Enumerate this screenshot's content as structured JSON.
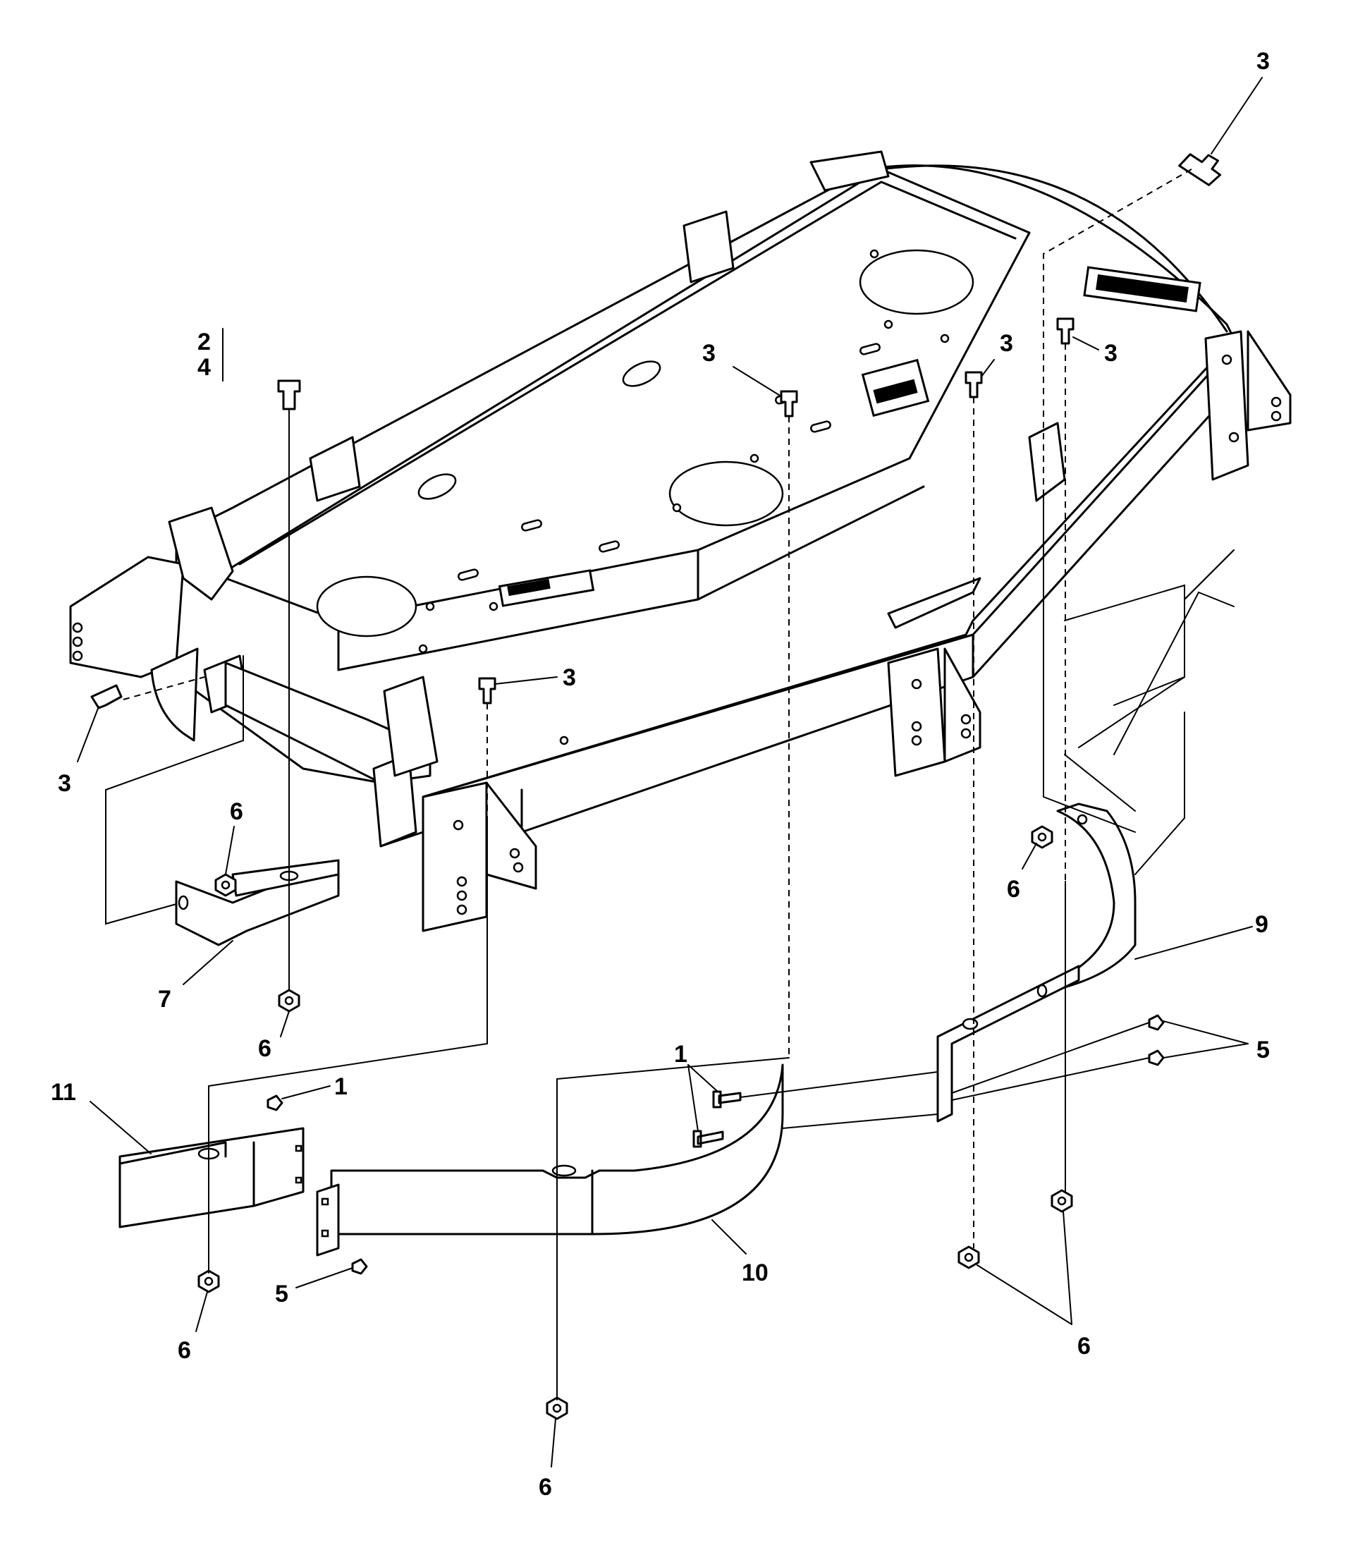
{
  "diagram": {
    "callouts": [
      {
        "id": "c-3-top-right",
        "text": "3"
      },
      {
        "id": "c-2",
        "text": "2"
      },
      {
        "id": "c-4",
        "text": "4"
      },
      {
        "id": "c-3-center",
        "text": "3"
      },
      {
        "id": "c-3-right-a",
        "text": "3"
      },
      {
        "id": "c-3-right-b",
        "text": "3"
      },
      {
        "id": "c-3-mid",
        "text": "3"
      },
      {
        "id": "c-3-left",
        "text": "3"
      },
      {
        "id": "c-6-left-top",
        "text": "6"
      },
      {
        "id": "c-6-left-bottom",
        "text": "6"
      },
      {
        "id": "c-7",
        "text": "7"
      },
      {
        "id": "c-6-right",
        "text": "6"
      },
      {
        "id": "c-9",
        "text": "9"
      },
      {
        "id": "c-5-right",
        "text": "5"
      },
      {
        "id": "c-1-center",
        "text": "1"
      },
      {
        "id": "c-11",
        "text": "11"
      },
      {
        "id": "c-1-left",
        "text": "1"
      },
      {
        "id": "c-5-left",
        "text": "5"
      },
      {
        "id": "c-10",
        "text": "10"
      },
      {
        "id": "c-6-lower-left",
        "text": "6"
      },
      {
        "id": "c-6-lower-right",
        "text": "6"
      },
      {
        "id": "c-6-bottom",
        "text": "6"
      }
    ]
  }
}
